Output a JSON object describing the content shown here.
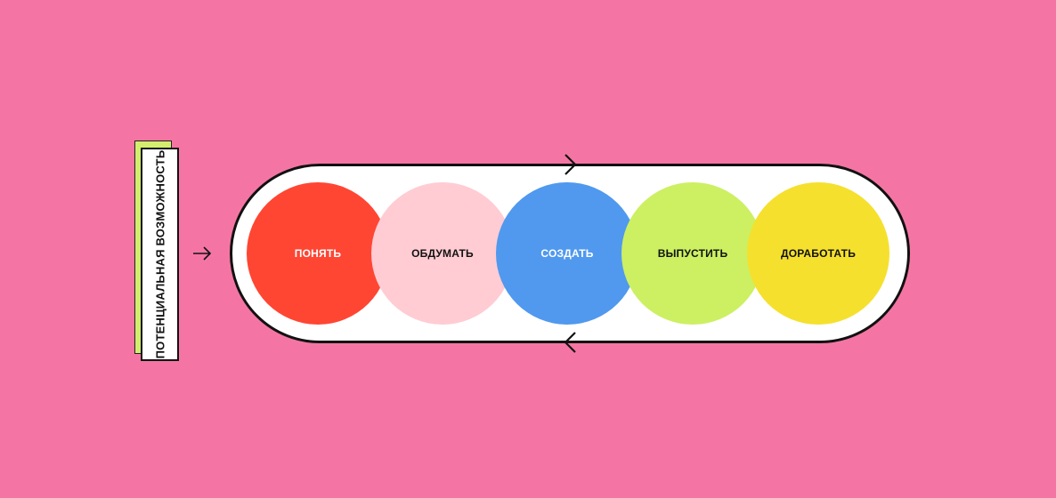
{
  "side_label": "ПОТЕНЦИАЛЬНАЯ ВОЗМОЖНОСТЬ",
  "steps": [
    {
      "label": "ПОНЯТЬ",
      "color": "#ff4633",
      "text_color": "#ffffff"
    },
    {
      "label": "ОБДУМАТЬ",
      "color": "#ffccd3",
      "text_color": "#111111"
    },
    {
      "label": "СОЗДАТЬ",
      "color": "#5099ee",
      "text_color": "#ffffff"
    },
    {
      "label": "ВЫПУСТИТЬ",
      "color": "#ccf062",
      "text_color": "#111111"
    },
    {
      "label": "ДОРАБОТАТЬ",
      "color": "#f5e02e",
      "text_color": "#111111"
    }
  ],
  "colors": {
    "background": "#f475a3",
    "card_back": "#d4ef6e"
  }
}
